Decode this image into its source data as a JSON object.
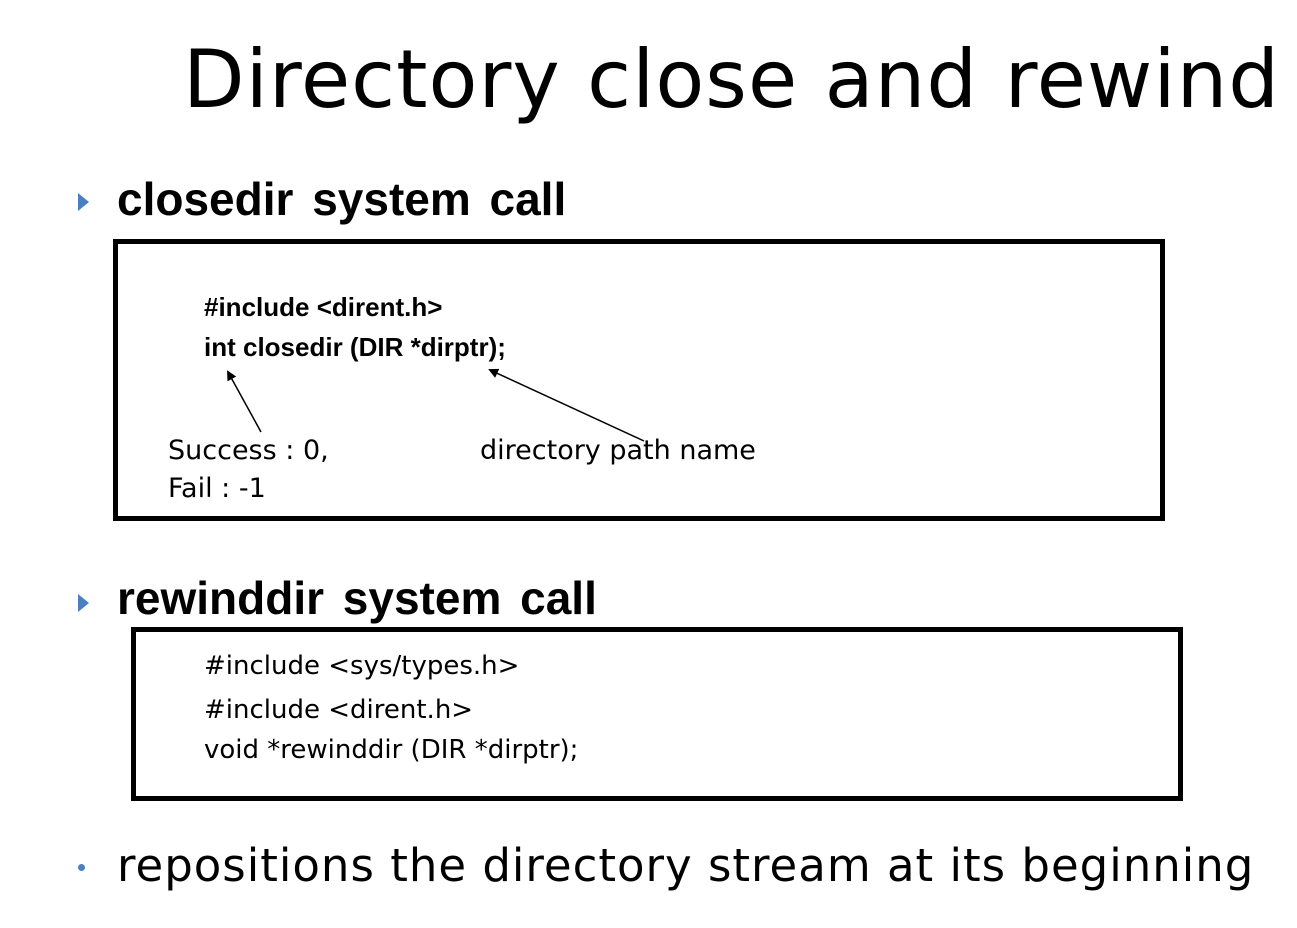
{
  "slide": {
    "title": "Directory close and rewind",
    "closedir": {
      "heading": "closedir system call",
      "code": [
        "#include <dirent.h>",
        "int closedir (DIR *dirptr);"
      ],
      "return_note": [
        "Success : 0,",
        "Fail : -1"
      ],
      "param_note": "directory path name"
    },
    "rewinddir": {
      "heading": "rewinddir system call",
      "code": [
        "#include <sys/types.h>",
        "#include <dirent.h>",
        "void  *rewinddir (DIR *dirptr);"
      ]
    },
    "description": "repositions the directory stream at its beginning"
  },
  "colors": {
    "bullet_accent": "#4a7fc1",
    "text": "#000000",
    "background": "#ffffff"
  },
  "icons": {
    "heading_bullet": "triangle-bullet-icon",
    "list_bullet": "dot-bullet-icon"
  }
}
